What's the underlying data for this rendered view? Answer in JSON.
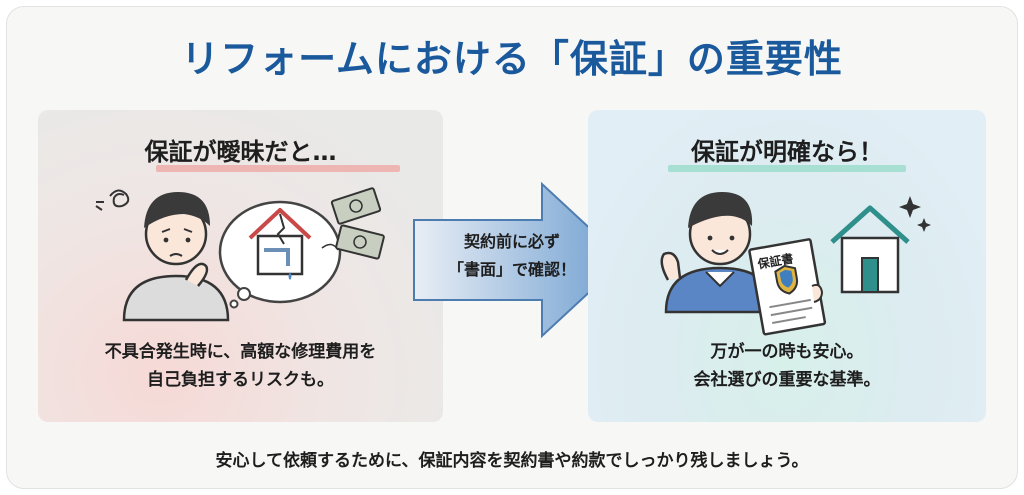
{
  "title": "リフォームにおける「保証」の重要性",
  "left_panel": {
    "heading": "保証が曖昧だと…",
    "caption_line1": "不具合発生時に、高額な修理費用を",
    "caption_line2": "自己負担するリスクも。"
  },
  "arrow": {
    "line1": "契約前に必ず",
    "line2": "「書面」で確認！"
  },
  "right_panel": {
    "heading": "保証が明確なら！",
    "document_label": "保証書",
    "caption_line1": "万が一の時も安心。",
    "caption_line2": "会社選びの重要な基準。"
  },
  "footer": "安心して依頼するために、保証内容を契約書や約款でしっかり残しましょう。",
  "colors": {
    "title": "#1a5a9c",
    "arrow_fill": "#6f9fd0",
    "left_accent": "#eeb6b3",
    "right_accent": "#a8dfd3"
  },
  "icons": [
    "worried-person-icon",
    "confusion-scribble-icon",
    "thought-bubble-icon",
    "leaking-house-icon",
    "money-bill-icon",
    "confident-person-icon",
    "guarantee-document-icon",
    "shield-icon",
    "house-icon",
    "sparkle-icon",
    "right-arrow-icon"
  ]
}
